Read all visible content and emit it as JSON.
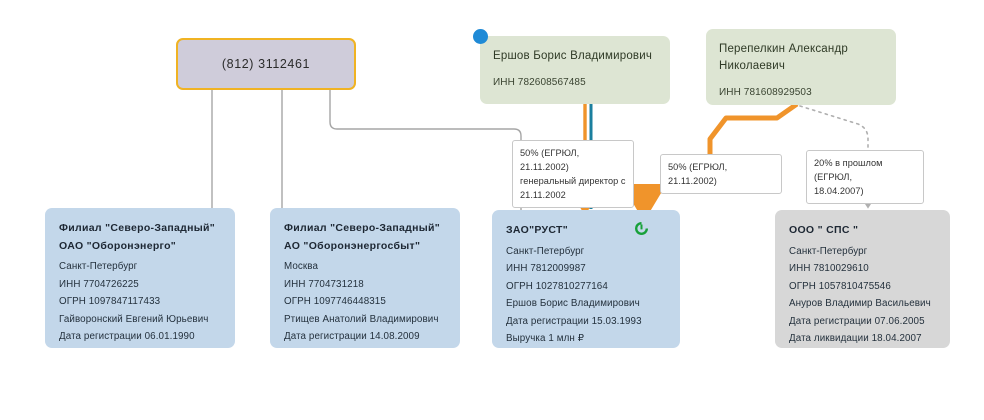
{
  "graph": {
    "nodes": {
      "phone": {
        "label": "(812) 3112461",
        "type": "phone",
        "fill": "#cfccda",
        "border": "#f0b323"
      },
      "person_ershov": {
        "name": "Ершов  Борис  Владимирович",
        "inn": "ИНН 782608567485",
        "fill": "#dde5d3",
        "badge": "blue-dot"
      },
      "person_perepelkin": {
        "name": "Перепелкин Александр Николаевич",
        "inn": "ИНН 781608929503",
        "fill": "#dde5d3"
      },
      "company_oboronenergo": {
        "title": "Филиал \"Северо-Западный\"  ОАО \"Оборонэнерго\"",
        "rows": [
          "Санкт-Петербург",
          "ИНН 7704726225",
          "ОГРН 1097847117433",
          "Гайворонский Евгений Юрьевич",
          "Дата регистрации 06.01.1990"
        ],
        "fill": "#c3d7ea"
      },
      "company_oboronenergosbyt": {
        "title": "Филиал \"Северо-Западный\"  АО \"Оборонэнергосбыт\"",
        "rows": [
          "Москва",
          "ИНН 7704731218",
          "ОГРН 1097746448315",
          "Ртищев Анатолий Владимирович",
          "Дата регистрации 14.08.2009"
        ],
        "fill": "#c3d7ea"
      },
      "company_rust": {
        "title": "ЗАО\"РУСТ\"",
        "rows": [
          "Санкт-Петербург",
          "ИНН 7812009987",
          "ОГРН 1027810277164",
          "Ершов Борис Владимирович",
          "Дата регистрации 15.03.1993",
          "Выручка 1 млн ₽"
        ],
        "fill": "#c3d7ea",
        "badge": "sber-icon",
        "badge_color": "#17a03a"
      },
      "company_sps": {
        "title": "ООО \"  СПС  \"",
        "rows": [
          "Санкт-Петербург",
          "ИНН 7810029610",
          "ОГРН 1057810475546",
          "Ануров Владимир Васильевич",
          "Дата регистрации 07.06.2005",
          "Дата ликвидации 18.04.2007"
        ],
        "fill": "#d7d7d7"
      }
    },
    "edge_labels": {
      "ershov_rust": {
        "line1": "50% (ЕГРЮЛ, 21.11.2002)",
        "line2": "генеральный директор с",
        "line3": "21.11.2002"
      },
      "perepelkin_rust": {
        "line1": "50% (ЕГРЮЛ, 21.11.2002)"
      },
      "perepelkin_sps": {
        "line1": "20% в прошлом (ЕГРЮЛ,",
        "line2": "18.04.2007)"
      }
    },
    "edge_colors": {
      "gray": "#a6a6a6",
      "orange": "#f0942b",
      "teal": "#1b7f9e",
      "dotted": "#b0b0b0"
    }
  }
}
